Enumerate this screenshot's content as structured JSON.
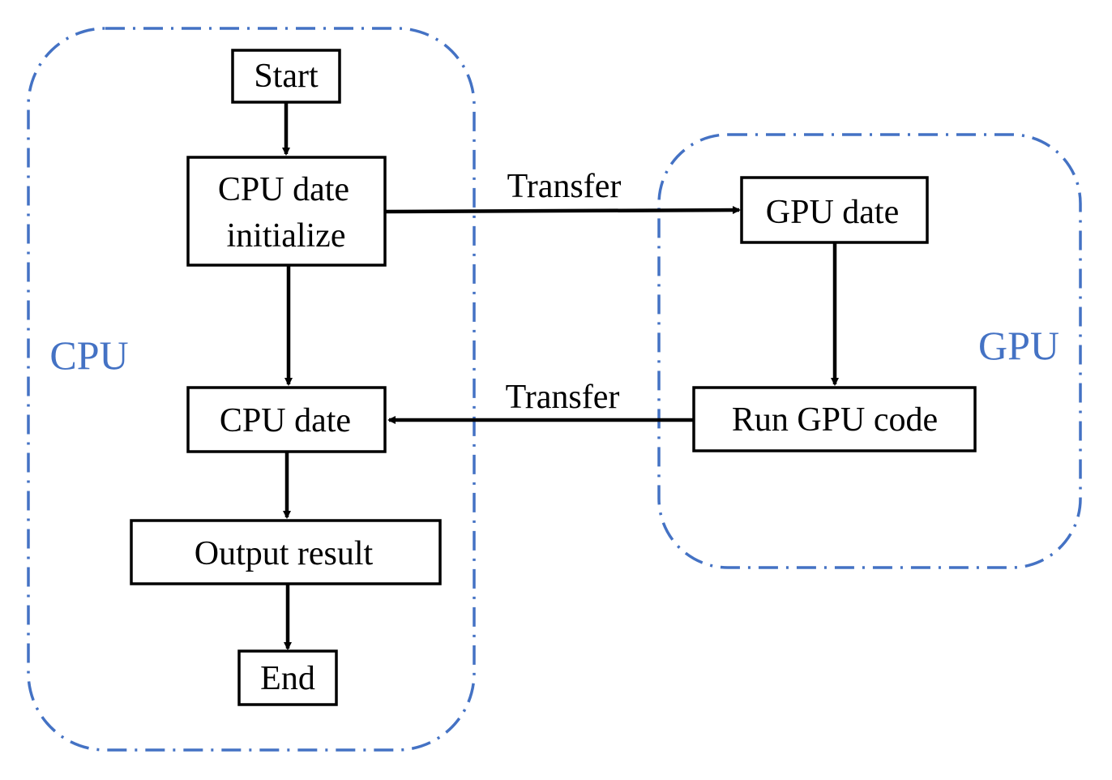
{
  "colors": {
    "region_border": "#4472C4",
    "region_label": "#4472C4",
    "box_border": "#000000",
    "arrow": "#000000"
  },
  "regions": {
    "cpu": {
      "label": "CPU"
    },
    "gpu": {
      "label": "GPU"
    }
  },
  "nodes": {
    "start": {
      "label": "Start"
    },
    "cpu_init": {
      "line1": "CPU date",
      "line2": "initialize"
    },
    "cpu_date": {
      "label": "CPU date"
    },
    "output": {
      "label": "Output result"
    },
    "end": {
      "label": "End"
    },
    "gpu_date": {
      "label": "GPU date"
    },
    "run_gpu": {
      "label": "Run GPU code"
    }
  },
  "edges": {
    "transfer_to_gpu": {
      "label": "Transfer"
    },
    "transfer_to_cpu": {
      "label": "Transfer"
    }
  }
}
